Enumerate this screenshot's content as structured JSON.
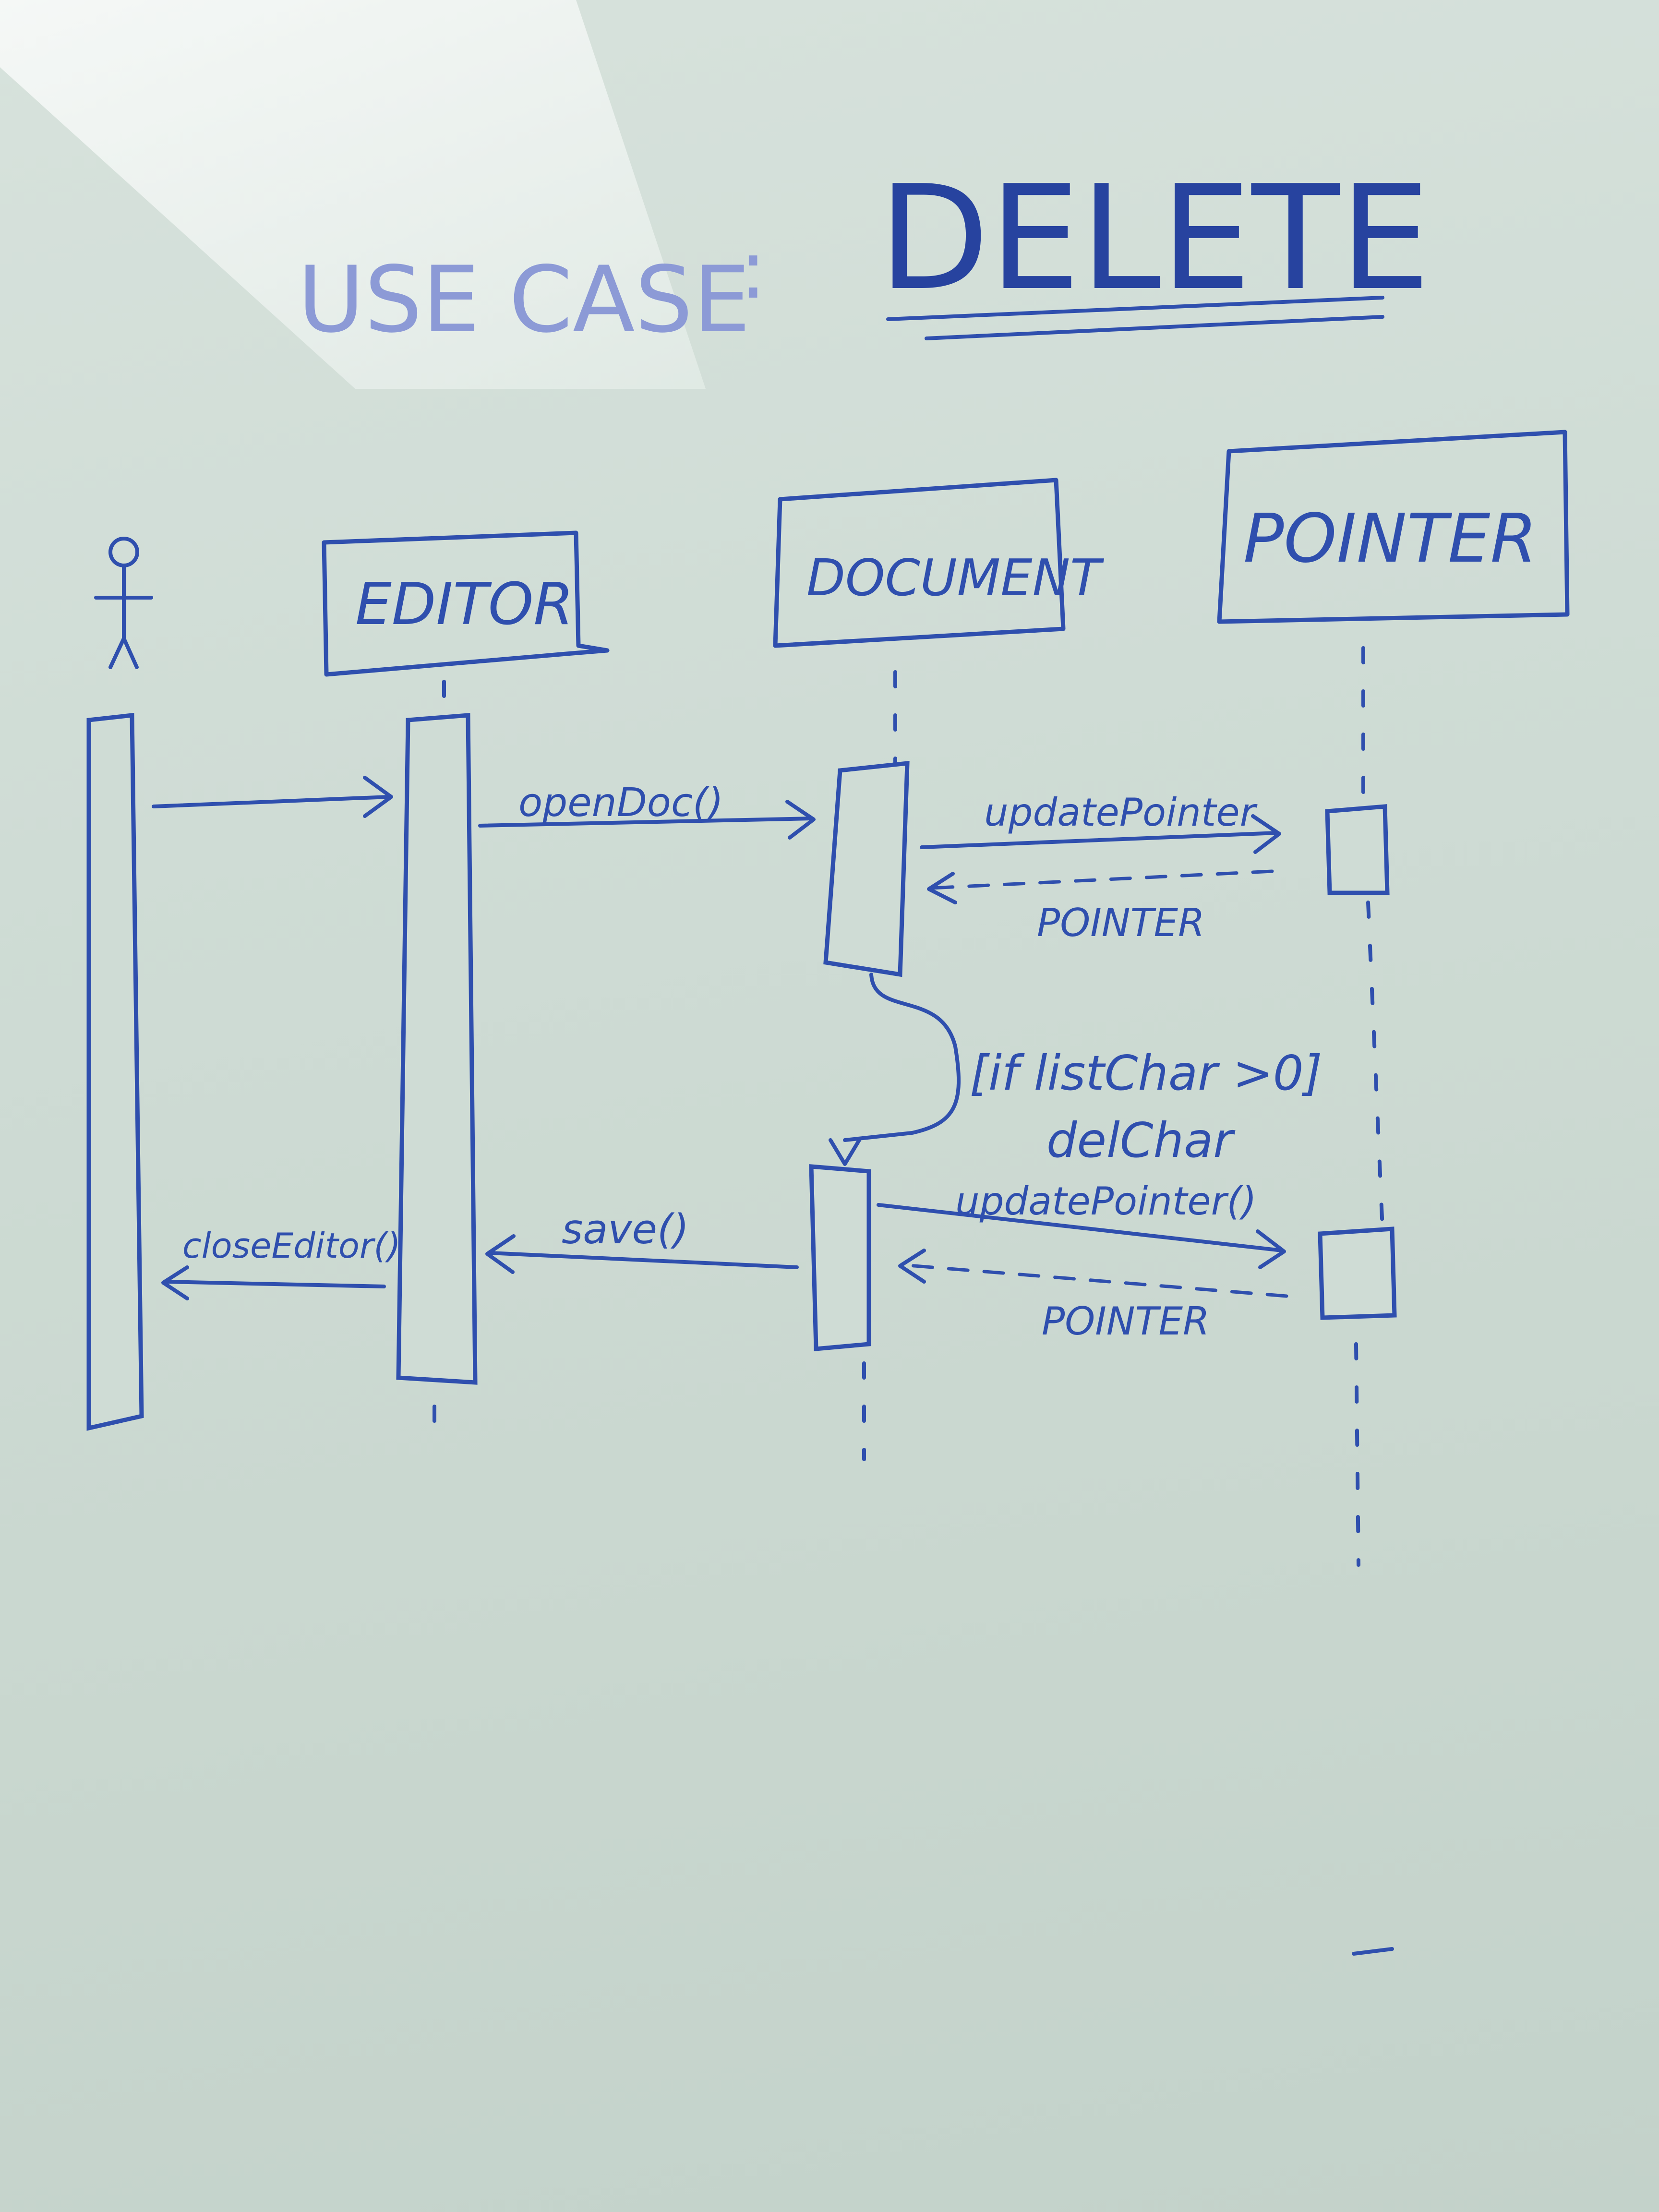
{
  "heading": {
    "prefix": "USE CASE",
    "separator": ":",
    "title": "DELETE"
  },
  "participants": {
    "editor": "EDITOR",
    "document": "DOCUMENT",
    "pointer": "POINTER"
  },
  "messages": {
    "open_doc": "openDoc()",
    "update_pointer_1": "updatePointer",
    "return_pointer_1": "POINTER",
    "guard": "[if listChar >0]",
    "del_char": "delChar",
    "update_pointer_2": "updatePointer()",
    "return_pointer_2": "POINTER",
    "save": "save()",
    "close_editor": "closeEditor()"
  },
  "colors": {
    "marker": "#2f4fae",
    "board": "#cfdcd5"
  }
}
